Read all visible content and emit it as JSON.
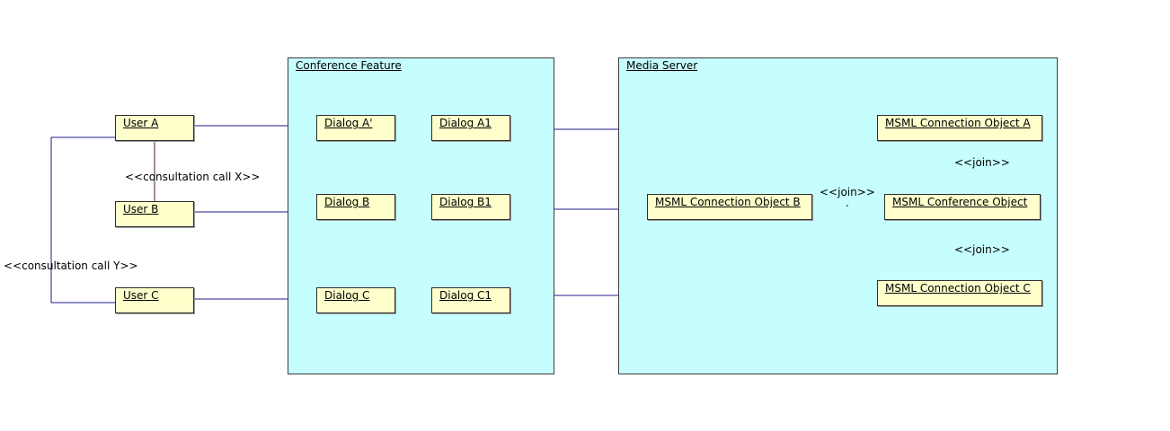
{
  "packages": {
    "conference_feature": "Conference Feature",
    "media_server": "Media Server"
  },
  "users": {
    "a": "User A",
    "b": "User B",
    "c": "User C"
  },
  "dialogs": {
    "a_prime": "Dialog A'",
    "a1": "Dialog A1",
    "b": "Dialog B",
    "b1": "Dialog B1",
    "c": "Dialog C",
    "c1": "Dialog C1"
  },
  "msml": {
    "conn_a": "MSML Connection Object A",
    "conn_b": "MSML Connection Object B",
    "conference": "MSML Conference Object",
    "conn_c": "MSML Connection Object C"
  },
  "stereotypes": {
    "consult_x": "<<consultation call X>>",
    "consult_y": "<<consultation call Y>>",
    "join_b_conf": "<<join>>",
    "join_dot": ".",
    "join_a_conf": "<<join>>",
    "join_conf_c": "<<join>>"
  },
  "colors": {
    "package_fill": "#c6fdfe",
    "object_fill": "#ffffcc",
    "link_blue": "#1c1c8c",
    "join_brown": "#4a1f1f"
  }
}
